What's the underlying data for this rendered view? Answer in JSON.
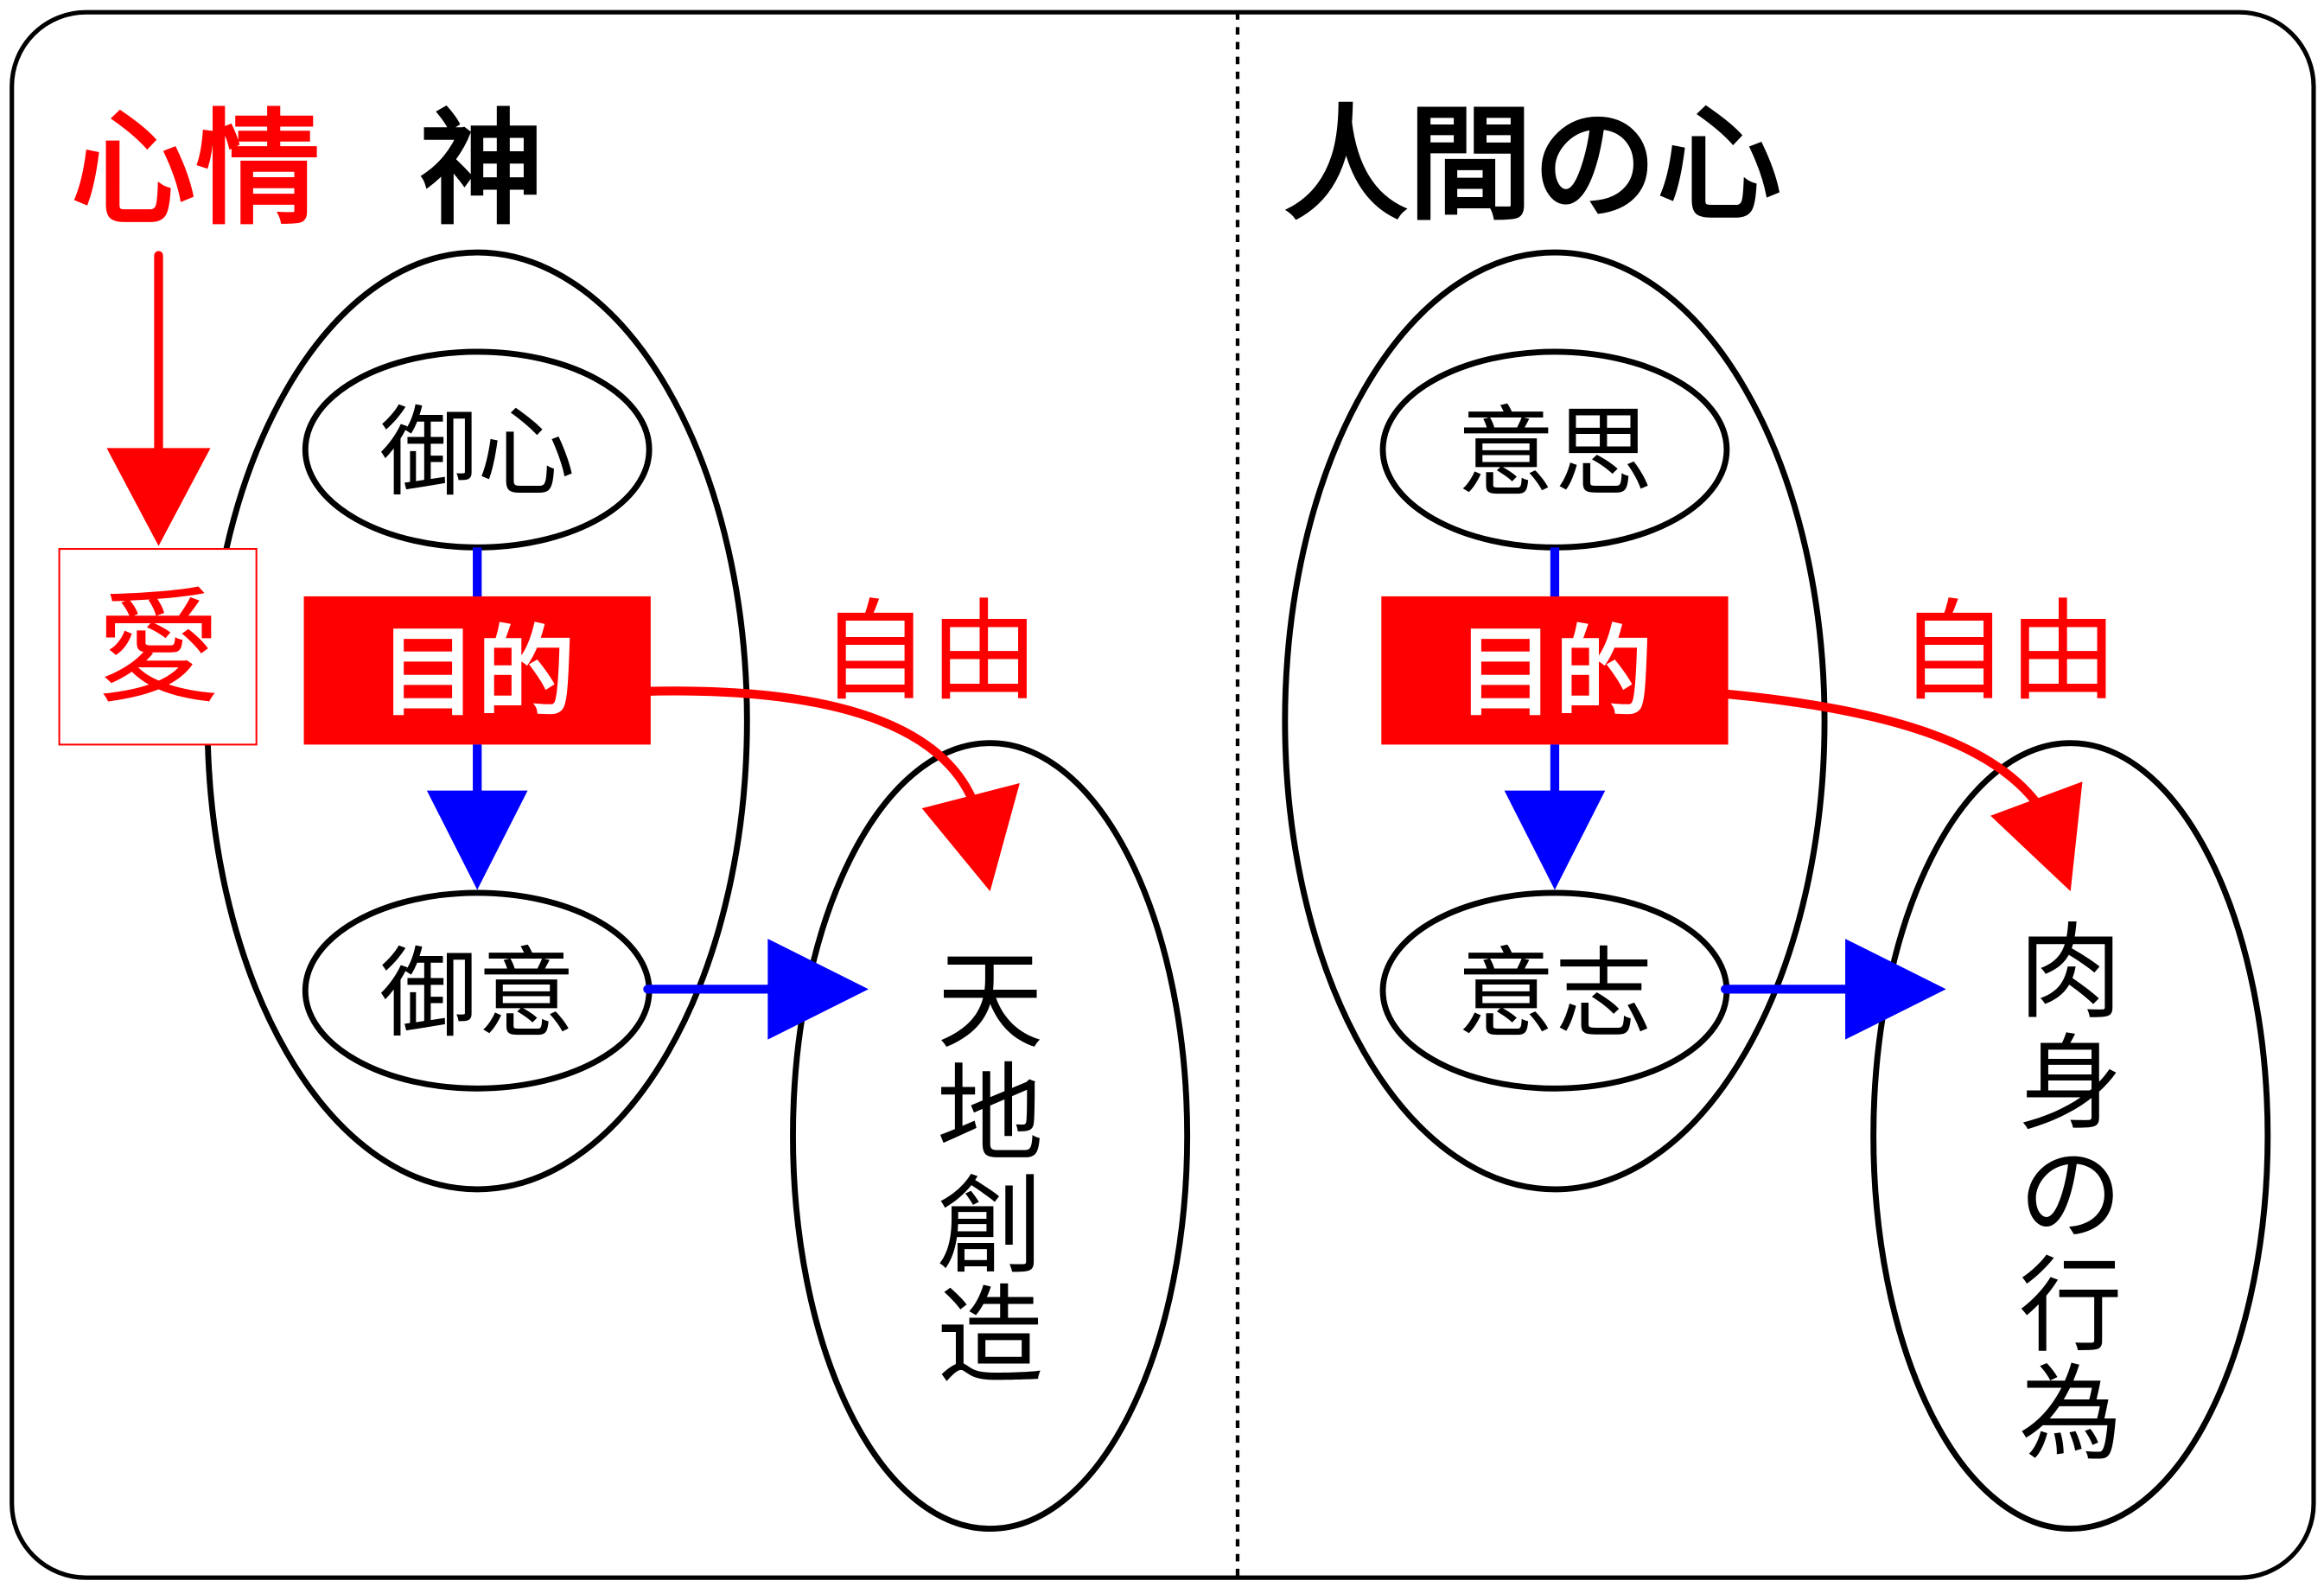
{
  "colors": {
    "red": "#ff0000",
    "blue": "#0000ff",
    "black": "#000000"
  },
  "left": {
    "title_red": "心情",
    "title_black": "神",
    "love": "愛",
    "top_ellipse": "御心",
    "purpose": "目的",
    "bottom_ellipse": "御意",
    "freedom": "自由",
    "result_chars": [
      "天",
      "地",
      "創",
      "造"
    ]
  },
  "right": {
    "title": "人間の心",
    "top_ellipse": "意思",
    "purpose": "目的",
    "bottom_ellipse": "意志",
    "freedom": "自由",
    "result_chars": [
      "肉",
      "身",
      "の",
      "行",
      "為"
    ]
  }
}
